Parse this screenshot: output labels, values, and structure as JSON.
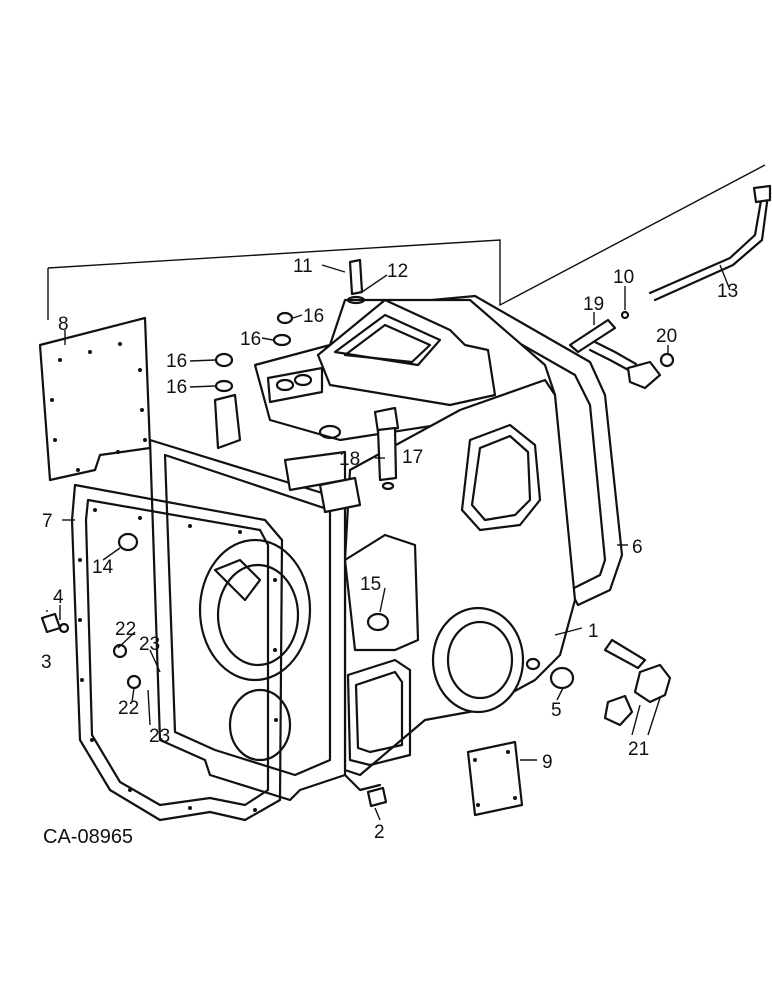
{
  "drawing_code": "CA-08965",
  "callouts": {
    "c1": "1",
    "c2": "2",
    "c3": "3",
    "c4": "4",
    "c5": "5",
    "c6": "6",
    "c7": "7",
    "c8": "8",
    "c9": "9",
    "c10": "10",
    "c11": "11",
    "c12": "12",
    "c13": "13",
    "c14": "14",
    "c15": "15",
    "c16a": "16",
    "c16b": "16",
    "c16c": "16",
    "c16d": "16",
    "c17": "17",
    "c18": "18",
    "c19": "19",
    "c20": "20",
    "c21": "21",
    "c22a": "22",
    "c22b": "22",
    "c23a": "23",
    "c23b": "23"
  }
}
